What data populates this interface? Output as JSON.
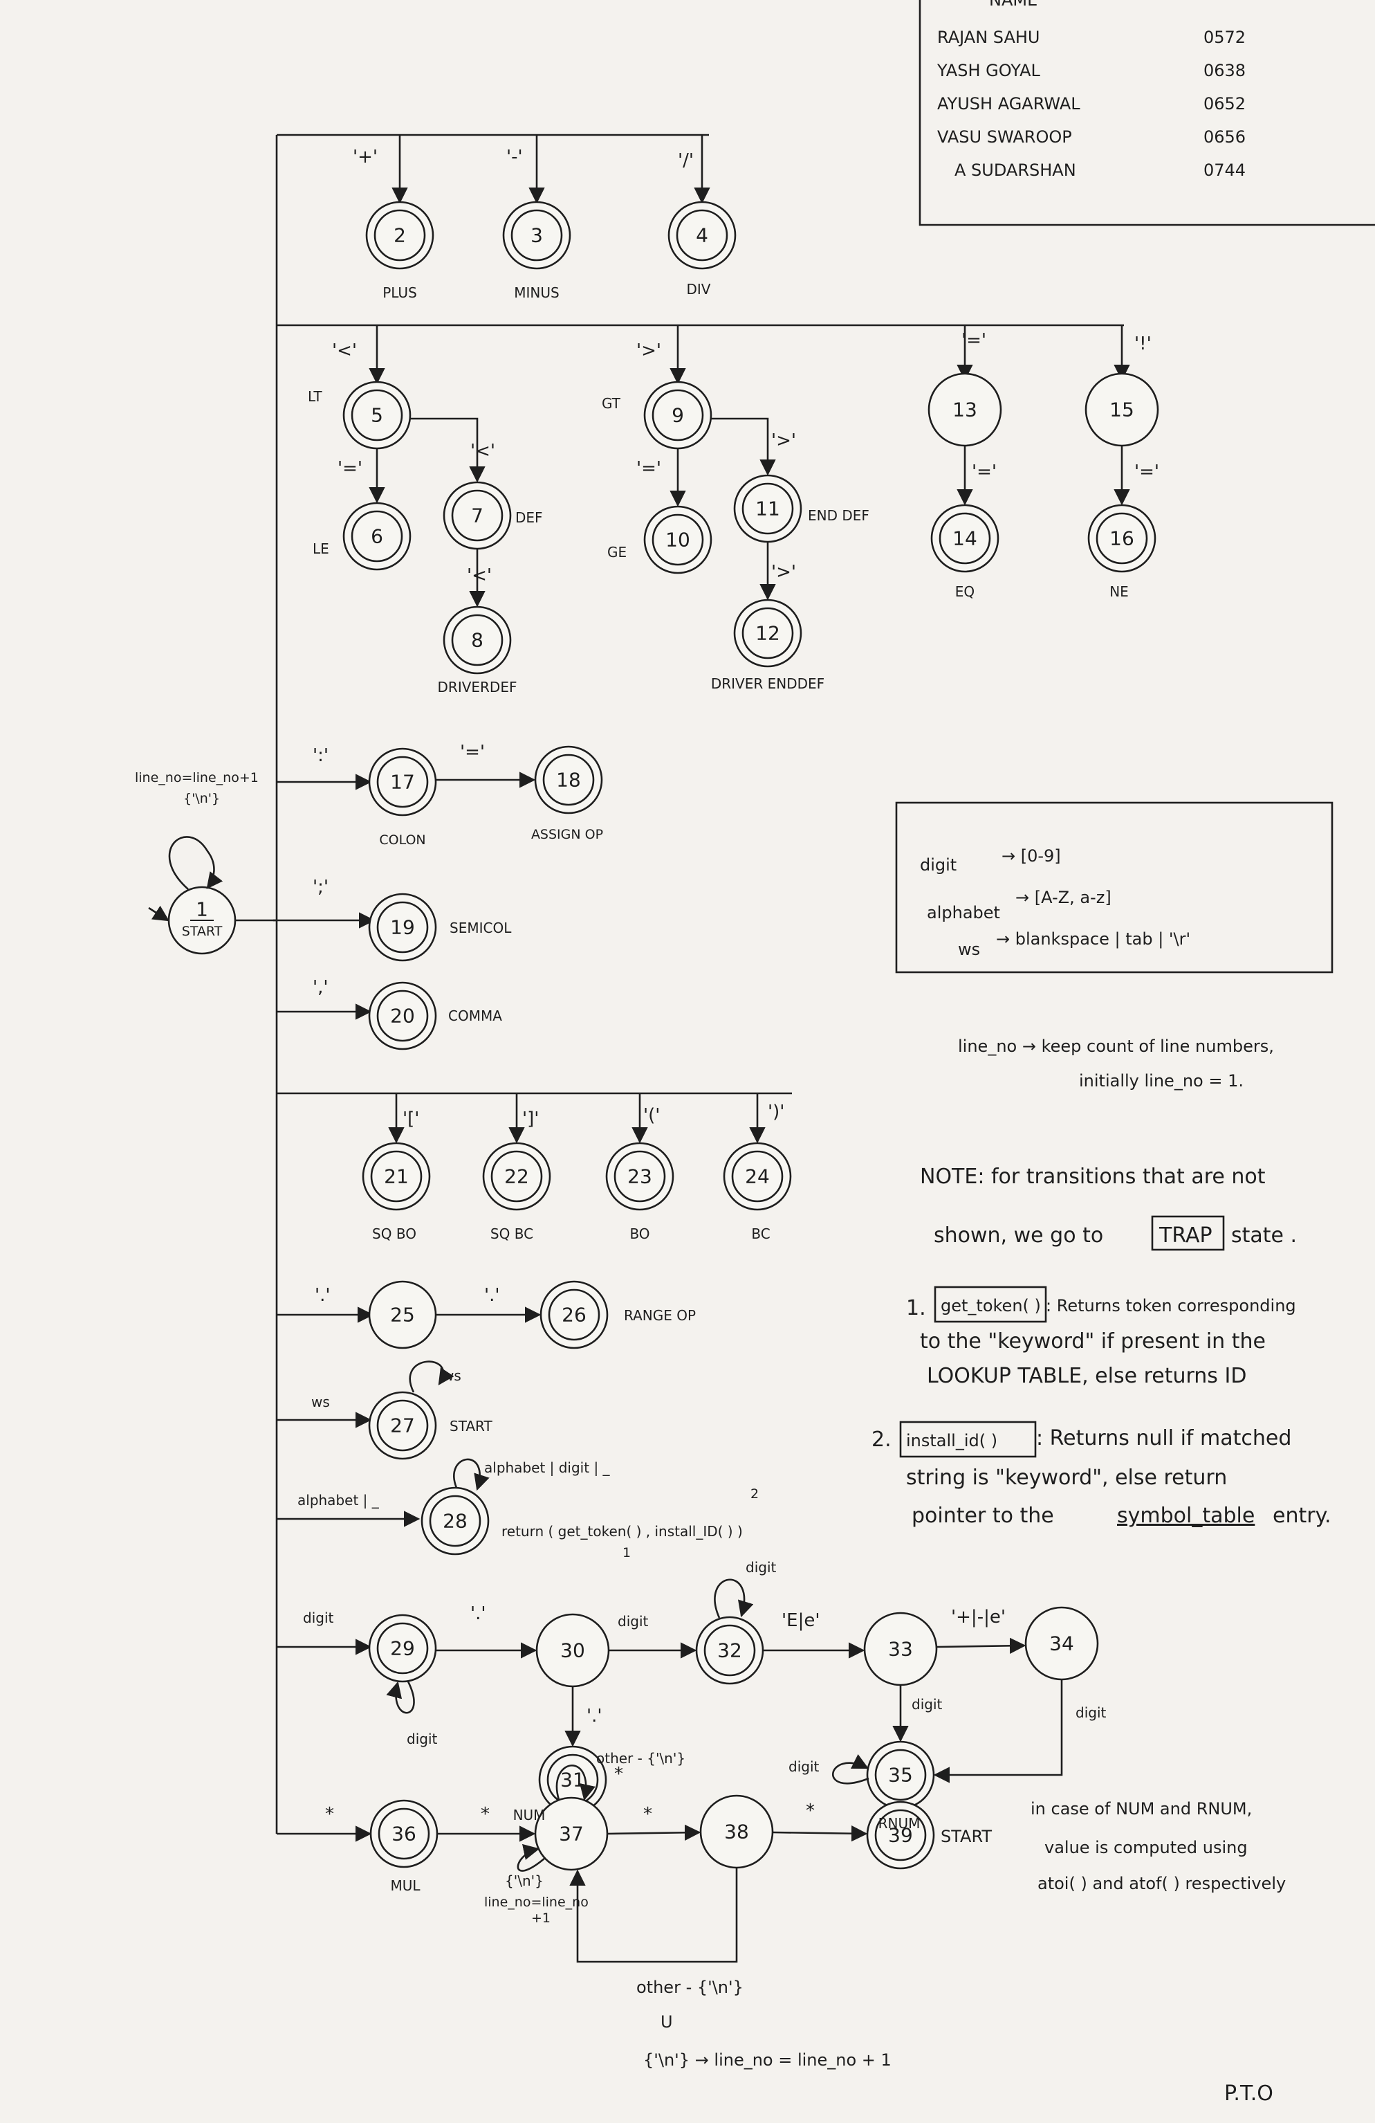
{
  "team": {
    "header": "NAME",
    "members": [
      {
        "name": "RAJAN SAHU",
        "id": "0572"
      },
      {
        "name": "YASH GOYAL",
        "id": "0638"
      },
      {
        "name": "AYUSH AGARWAL",
        "id": "0652"
      },
      {
        "name": "VASU SWAROOP",
        "id": "0656"
      },
      {
        "name": "A SUDARSHAN",
        "id": "0744"
      }
    ]
  },
  "states": {
    "s1": "1",
    "s2": "2",
    "s3": "3",
    "s4": "4",
    "s5": "5",
    "s6": "6",
    "s7": "7",
    "s8": "8",
    "s9": "9",
    "s10": "10",
    "s11": "11",
    "s12": "12",
    "s13": "13",
    "s14": "14",
    "s15": "15",
    "s16": "16",
    "s17": "17",
    "s18": "18",
    "s19": "19",
    "s20": "20",
    "s21": "21",
    "s22": "22",
    "s23": "23",
    "s24": "24",
    "s25": "25",
    "s26": "26",
    "s27": "27",
    "s28": "28",
    "s29": "29",
    "s30": "30",
    "s31": "31",
    "s32": "32",
    "s33": "33",
    "s34": "34",
    "s35": "35",
    "s36": "36",
    "s37": "37",
    "s38": "38",
    "s39": "39"
  },
  "tokens": {
    "start": "START",
    "plus": "PLUS",
    "minus": "MINUS",
    "div": "DIV",
    "lt": "LT",
    "le": "LE",
    "def": "DEF",
    "driverdef": "DRIVERDEF",
    "gt": "GT",
    "ge": "GE",
    "enddef": "END DEF",
    "driverenddef": "DRIVER ENDDEF",
    "eq": "EQ",
    "ne": "NE",
    "colon": "COLON",
    "assignop": "ASSIGN OP",
    "semicol": "SEMICOL",
    "comma": "COMMA",
    "sqbo": "SQ BO",
    "sqbc": "SQ BC",
    "bo": "BO",
    "bc": "BC",
    "rangeop": "RANGE OP",
    "start27": "START",
    "num": "NUM",
    "rnum": "RNUM",
    "mul": "MUL",
    "start39": "START"
  },
  "transitions": {
    "plus": "'+'",
    "minus": "'-'",
    "div": "'/'",
    "lt": "'<'",
    "lt_eq": "'='",
    "lt_lt": "'<'",
    "def_lt": "'<'",
    "gt": "'>'",
    "gt_eq": "'='",
    "gt_gt": "'>'",
    "end_gt": "'>'",
    "eq": "'='",
    "eq2": "'='",
    "bang": "'!'",
    "ne_eq": "'='",
    "colon": "':'",
    "assign": "'='",
    "semi": "';'",
    "comma": "','",
    "sqbo": "'['",
    "sqbc": "']'",
    "bo": "'('",
    "bc": "')'",
    "dot": "'.'",
    "dot2": "'.'",
    "ws": "ws",
    "ws_loop": "ws",
    "id_in": "alphabet | _",
    "id_loop": "alphabet | digit | _",
    "digit": "digit",
    "dot_num": "'.'",
    "dot_31": "'.'",
    "digit_frac": "digit",
    "digit_loop32": "digit",
    "exp": "'E|e'",
    "sign": "'+|-|e'",
    "digit33": "digit",
    "digit34": "digit",
    "digit_loop35": "digit",
    "digit_loop29": "digit",
    "star1": "*",
    "star2": "*",
    "star3": "*",
    "star4": "*",
    "other37": "other - {'\\n'}",
    "nl37": "{'\\n'}",
    "nl37b": "line_no=line_no",
    "nl37c": "+1",
    "back": "other - {'\\n'}",
    "back_u": "U",
    "back_nl": "{'\\n'} → line_no = line_no + 1",
    "star31": "*"
  },
  "start_loop": {
    "line1": "line_no=line_no+1",
    "line2": "{'\\n'}"
  },
  "action28": {
    "text": "return ( get_token( ) ,  install_ID( ) )",
    "n1": "1",
    "n2": "2"
  },
  "defs": {
    "digit": "digit",
    "digit_val": "→ [0-9]",
    "alphabet": "alphabet",
    "alphabet_val": "→ [A-Z, a-z]",
    "ws": "ws",
    "ws_val": "→ blankspace | tab | '\\r'"
  },
  "notes": {
    "lineno": "line_no → keep count of line numbers,",
    "lineno2": "initially line_no = 1.",
    "note_a": "NOTE:  for transitions that are not",
    "note_b": "shown, we go to",
    "trap": "TRAP",
    "note_c": "state .",
    "n1_num": "1.",
    "n1_key": "get_token( )",
    "n1_a": ": Returns token corresponding",
    "n1_b": "to the \"keyword\" if present in the",
    "n1_c": "LOOKUP TABLE, else returns  ID",
    "n2_num": "2.",
    "n2_key": "install_id( )",
    "n2_a": ": Returns null if matched",
    "n2_b": "string  is  \"keyword\", else return",
    "n2_c": "pointer  to  the",
    "n2_d": "symbol_table",
    "n2_e": "entry.",
    "num_a": "in  case  of  NUM  and  RNUM,",
    "num_b": "value  is  computed  using",
    "num_c": "atoi( )  and  atof( )  respectively"
  },
  "page": "P.T.O"
}
